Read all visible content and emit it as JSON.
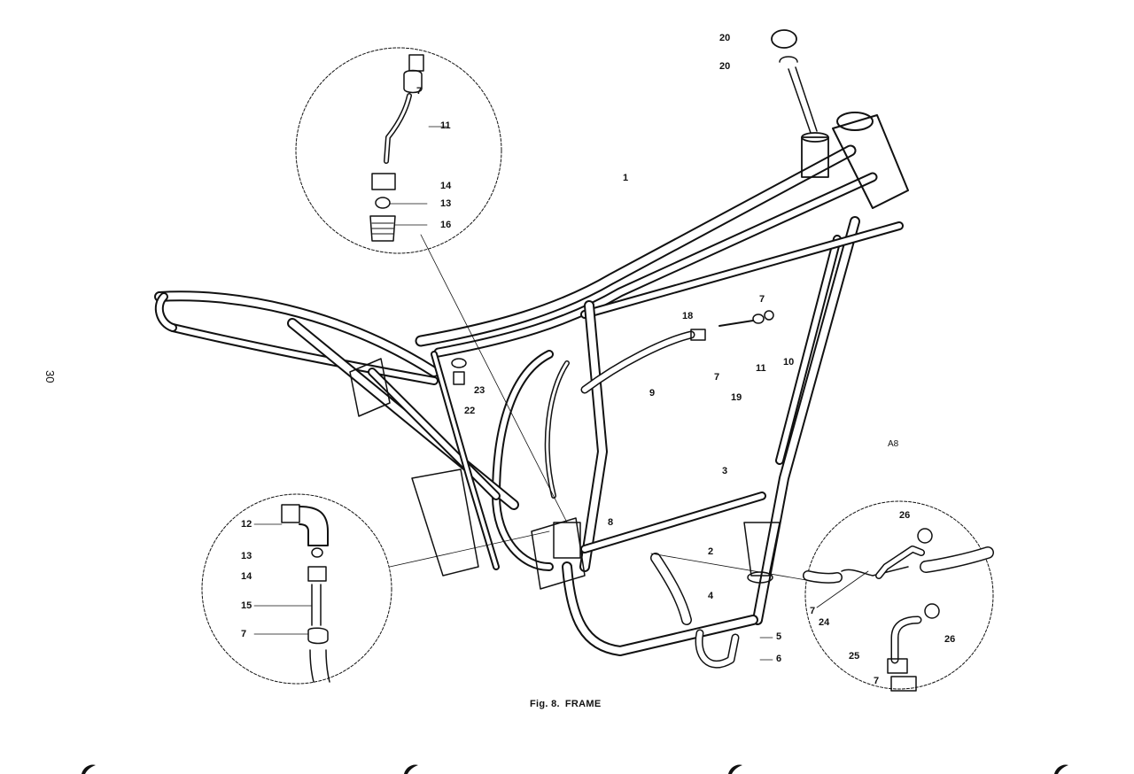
{
  "page_number": "30",
  "figure": {
    "number": "Fig. 8.",
    "title": "FRAME",
    "code": "A8"
  },
  "callouts": {
    "c1": "1",
    "c2": "2",
    "c3": "3",
    "c4": "4",
    "c5": "5",
    "c6": "6",
    "c7_top_inset": "7",
    "c7_right": "7",
    "c7_mid": "7",
    "c7_left_inset": "7",
    "c7_right_inset_a": "7",
    "c7_right_inset_b": "7",
    "c8": "8",
    "c9": "9",
    "c10": "10",
    "c11_top_inset": "11",
    "c11_mid": "11",
    "c12": "12",
    "c13_top_inset": "13",
    "c13_left_inset": "13",
    "c14_top_inset": "14",
    "c14_left_inset": "14",
    "c15": "15",
    "c16": "16",
    "c18": "18",
    "c19": "19",
    "c20_a": "20",
    "c20_b": "20",
    "c22": "22",
    "c23": "23",
    "c24": "24",
    "c25": "25",
    "c26_a": "26",
    "c26_b": "26"
  }
}
